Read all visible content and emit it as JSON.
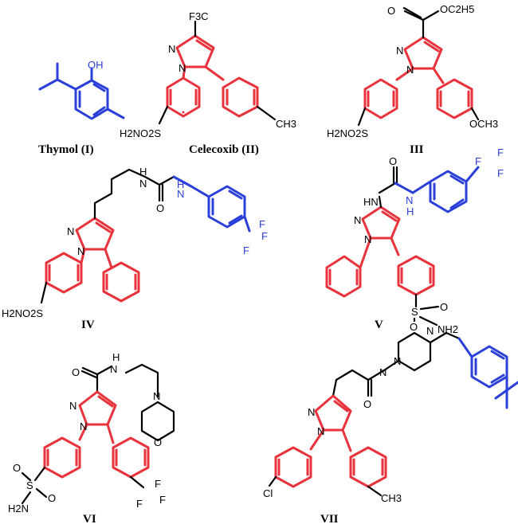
{
  "colors": {
    "pyrazole_diaryl": "#e8323c",
    "appended_group": "#2b3fd9",
    "linker": "#000000"
  },
  "compounds": {
    "thymol": {
      "label": "Thymol (I)",
      "atoms": [
        "OH"
      ]
    },
    "celecoxib": {
      "label": "Celecoxib (II)",
      "atoms": [
        "F3C",
        "N",
        "N",
        "H2NO2S",
        "CH3"
      ]
    },
    "c3": {
      "label": "III",
      "atoms": [
        "O",
        "OC2H5",
        "N",
        "N",
        "H2NO2S",
        "OCH3"
      ]
    },
    "c4": {
      "label": "IV",
      "atoms": [
        "N",
        "N",
        "H",
        "N",
        "H",
        "N",
        "O",
        "F",
        "F",
        "F",
        "H2NO2S"
      ]
    },
    "c5": {
      "label": "V",
      "atoms": [
        "O",
        "HN",
        "N",
        "H",
        "F",
        "F",
        "F",
        "N",
        "N",
        "S",
        "O",
        "O",
        "NH2"
      ]
    },
    "c6": {
      "label": "VI",
      "atoms": [
        "O",
        "N",
        "H",
        "N",
        "N",
        "N",
        "O",
        "O",
        "S",
        "O",
        "H2N",
        "F",
        "F",
        "F"
      ]
    },
    "c7": {
      "label": "VII",
      "atoms": [
        "N",
        "N",
        "N",
        "O",
        "N",
        "N",
        "Cl",
        "CH3"
      ]
    }
  }
}
